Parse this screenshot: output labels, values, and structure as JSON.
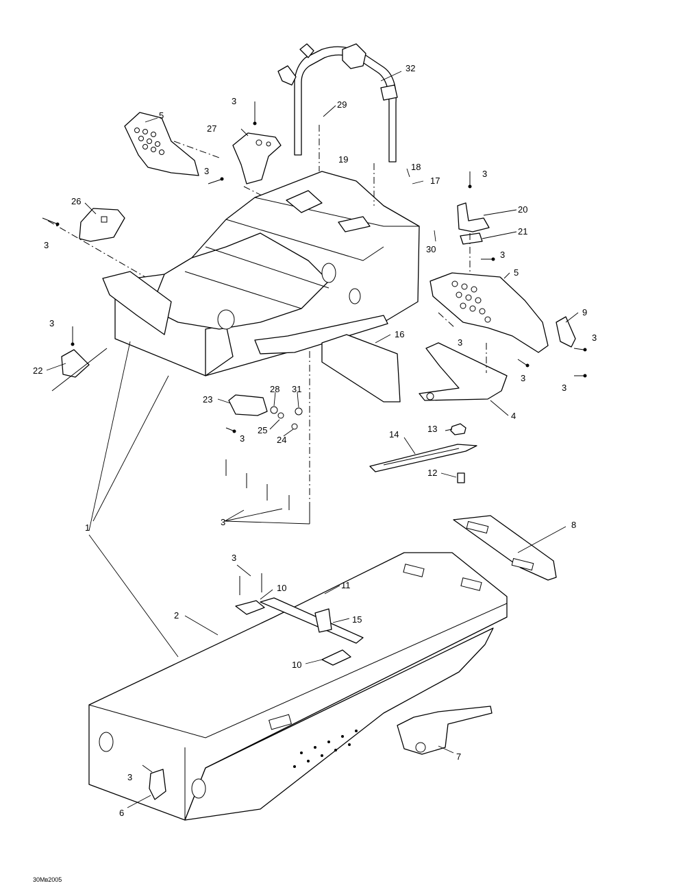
{
  "diagram_code": "30Mв2005",
  "callouts": {
    "c32": "32",
    "c29": "29",
    "c3": "3",
    "c5": "5",
    "c27": "27",
    "c26": "26",
    "c19": "19",
    "c18": "18",
    "c17": "17",
    "c20": "20",
    "c21": "21",
    "c30": "30",
    "c9": "9",
    "c16": "16",
    "c22": "22",
    "c23": "23",
    "c28": "28",
    "c31": "31",
    "c25": "25",
    "c24": "24",
    "c4": "4",
    "c14": "14",
    "c13": "13",
    "c12": "12",
    "c1": "1",
    "c8": "8",
    "c10": "10",
    "c11": "11",
    "c15": "15",
    "c2": "2",
    "c7": "7",
    "c6": "6"
  }
}
